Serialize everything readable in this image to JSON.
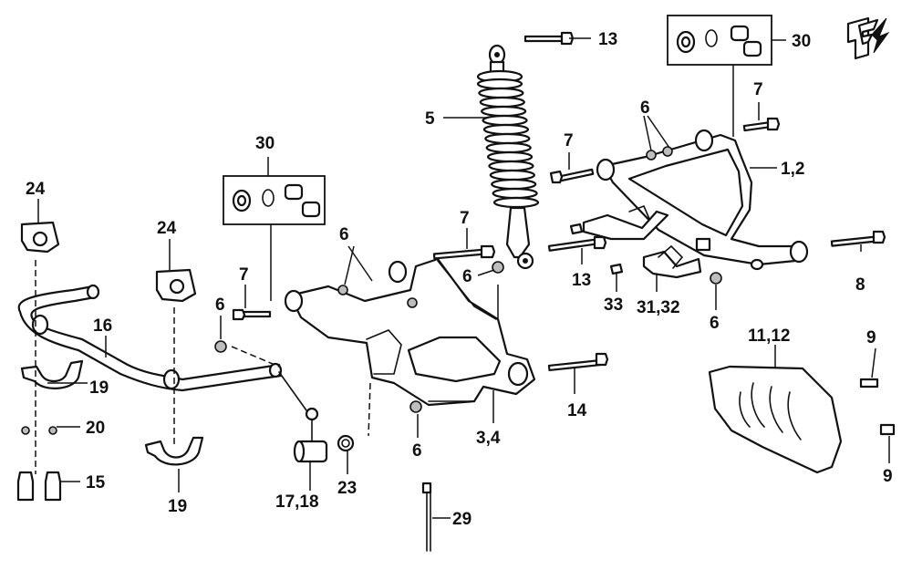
{
  "diagram": {
    "callouts": {
      "c_13_top": "13",
      "c_30_right": "30",
      "c_7_right": "7",
      "c_5": "5",
      "c_6_top": "6",
      "c_7_mid": "7",
      "c_1_2": "1,2",
      "c_30_left": "30",
      "c_24_left": "24",
      "c_24_mid": "24",
      "c_6_upperarm": "6",
      "c_7_lowerbolt": "7",
      "c_6_nutmid": "6",
      "c_13_mid": "13",
      "c_8": "8",
      "c_7_left": "7",
      "c_6_left": "6",
      "c_33": "33",
      "c_31_32": "31,32",
      "c_6_right": "6",
      "c_16": "16",
      "c_19_top": "19",
      "c_11_12": "11,12",
      "c_9_top": "9",
      "c_14": "14",
      "c_20": "20",
      "c_3_4": "3,4",
      "c_6_bottom": "6",
      "c_15": "15",
      "c_23": "23",
      "c_17_18": "17,18",
      "c_19_bottom": "19",
      "c_9_bottom": "9",
      "c_29": "29"
    }
  }
}
